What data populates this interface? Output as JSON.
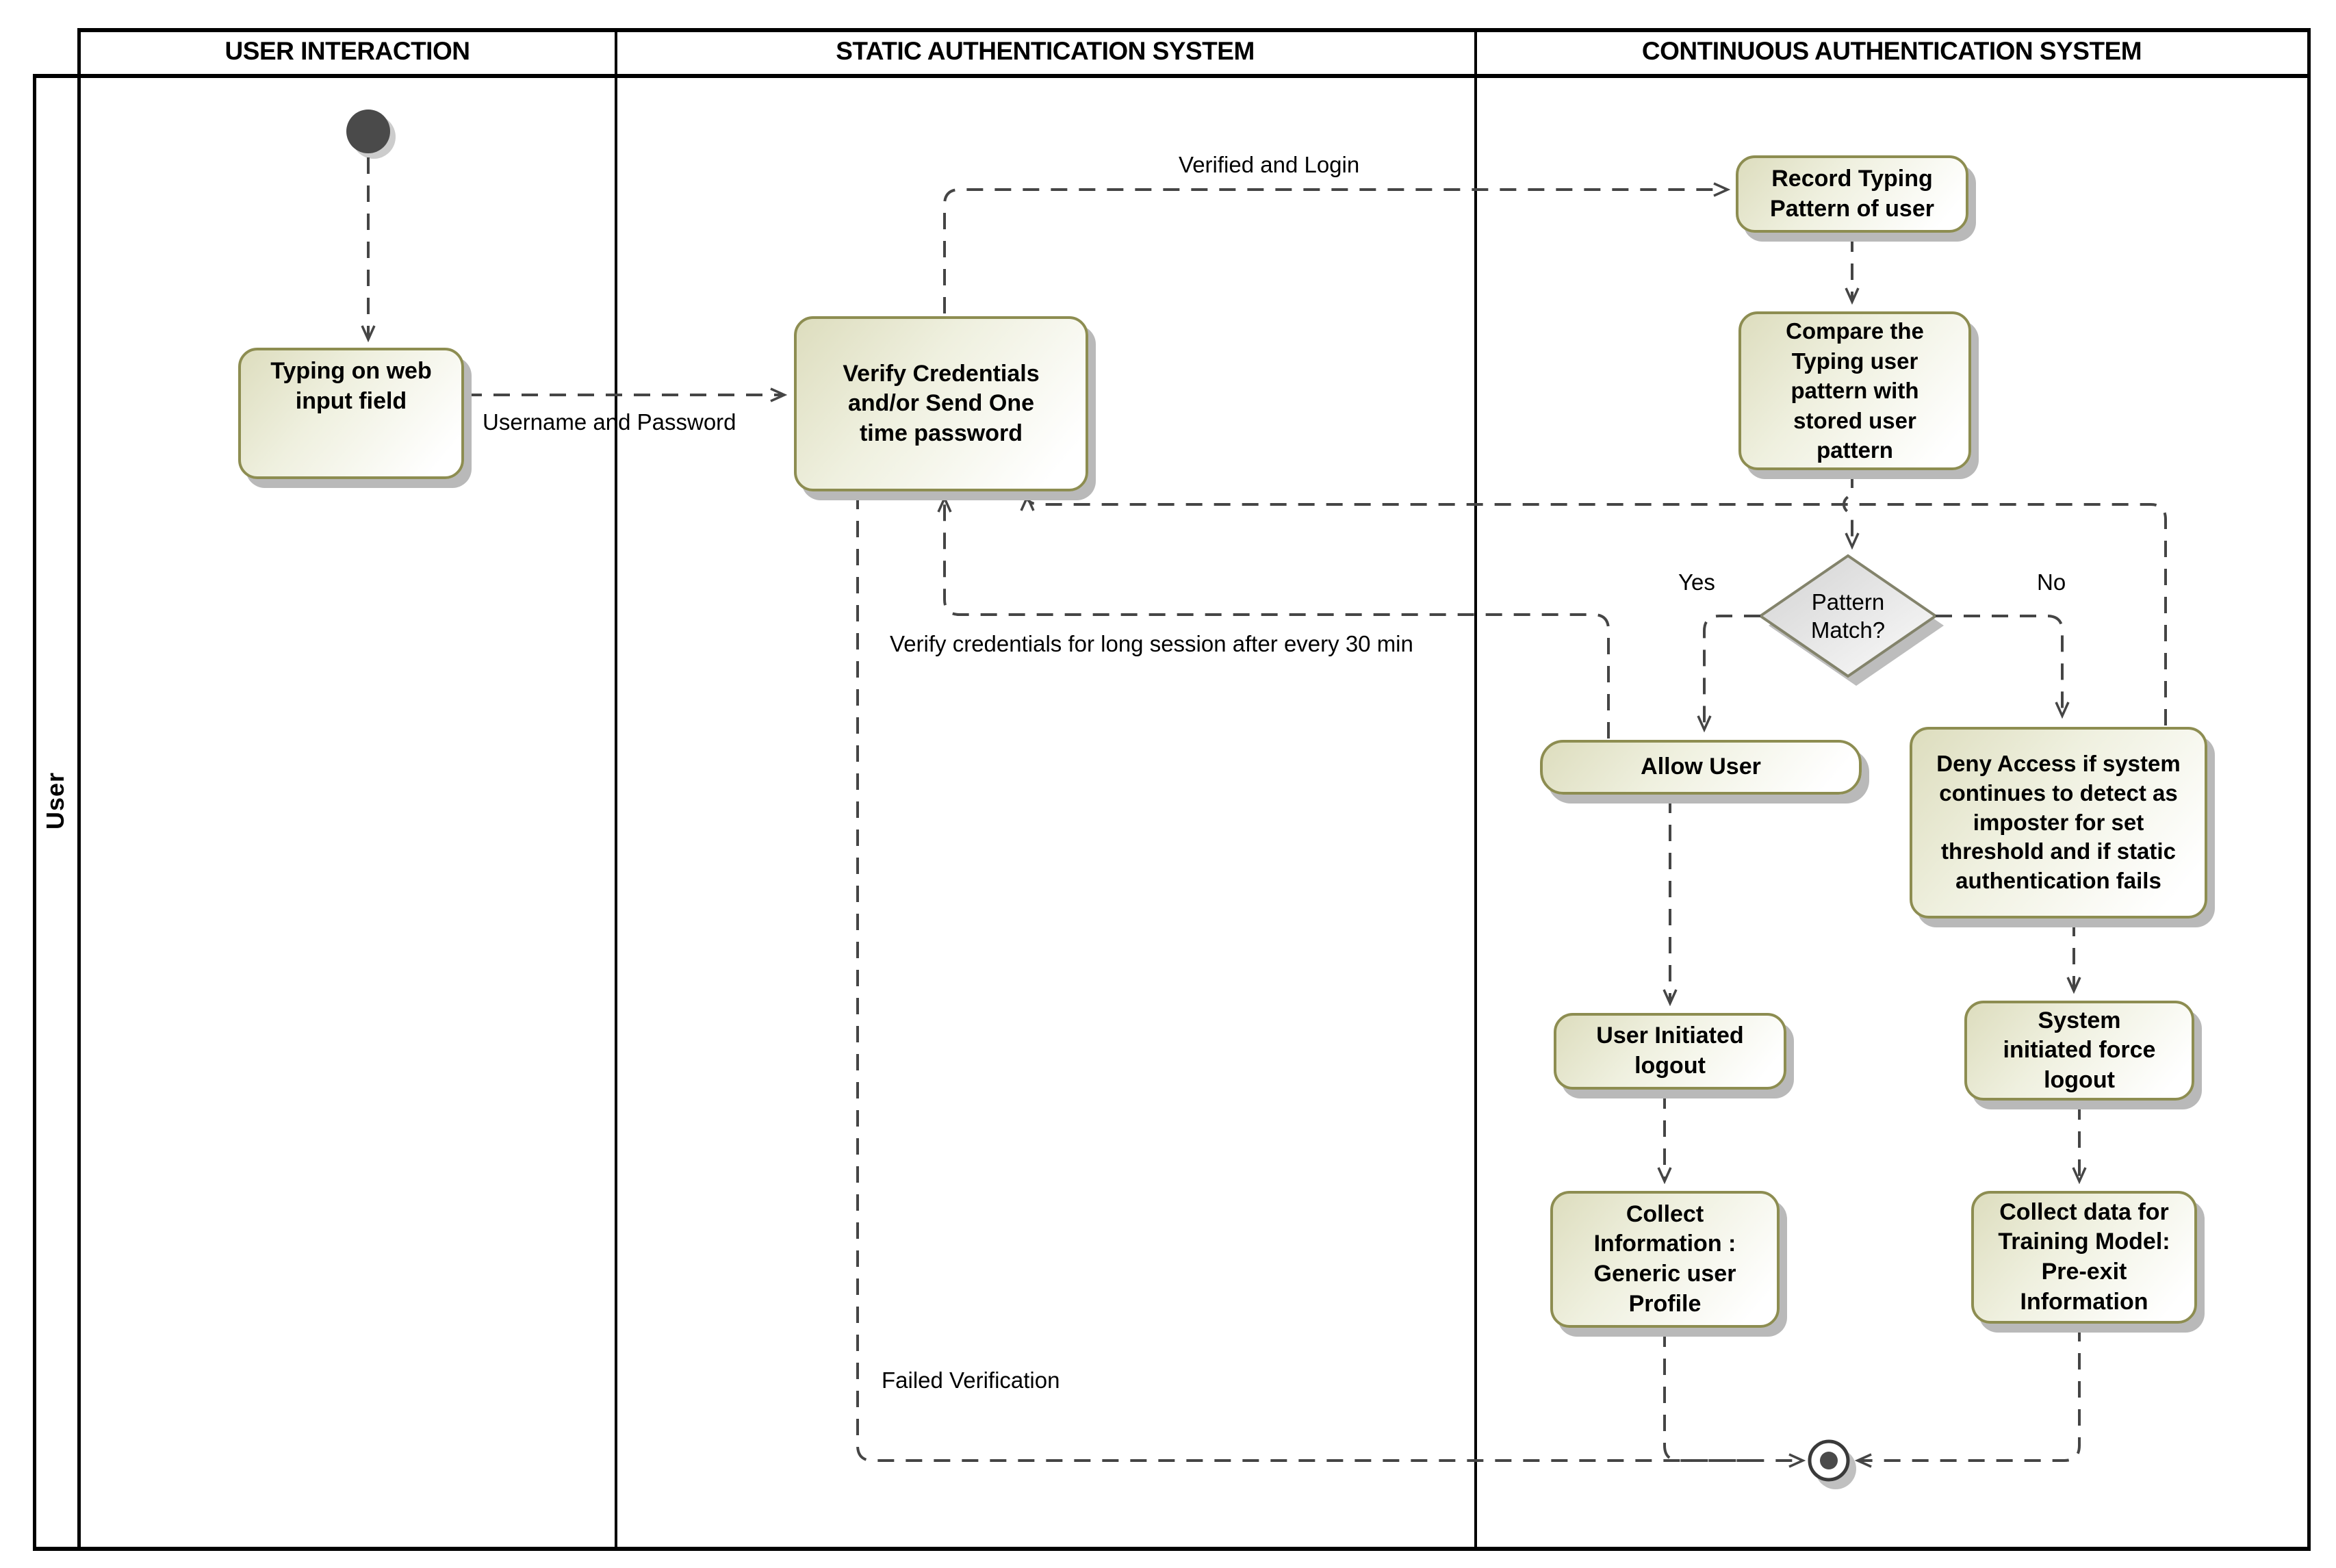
{
  "lanes": [
    {
      "label": "USER INTERACTION"
    },
    {
      "label": "STATIC AUTHENTICATION SYSTEM"
    },
    {
      "label": "CONTINUOUS AUTHENTICATION SYSTEM"
    }
  ],
  "partition": {
    "label": "User"
  },
  "nodes": {
    "typing": {
      "label": [
        "Typing on web",
        "input field"
      ]
    },
    "verify": {
      "label": [
        "Verify Credentials",
        "and/or Send One",
        "time password"
      ]
    },
    "record": {
      "label": [
        "Record Typing",
        "Pattern of user"
      ]
    },
    "compare": {
      "label": [
        "Compare the",
        "Typing user",
        "pattern with",
        "stored user",
        "pattern"
      ]
    },
    "decision": {
      "label": [
        "Pattern",
        "Match?"
      ]
    },
    "allow": {
      "label": "Allow User"
    },
    "deny": {
      "label": [
        "Deny Access if system",
        "continues to detect as",
        "imposter for set",
        "threshold and if static",
        "authentication fails"
      ]
    },
    "user_logout": {
      "label": [
        "User Initiated",
        "logout"
      ]
    },
    "system_logout": {
      "label": [
        "System",
        "initiated force",
        "logout"
      ]
    },
    "collect_info": {
      "label": [
        "Collect",
        "Information :",
        "Generic user",
        "Profile"
      ]
    },
    "collect_data": {
      "label": [
        "Collect data for",
        "Training Model:",
        "Pre-exit",
        "Information"
      ]
    }
  },
  "edge_labels": {
    "username_password": "Username and Password",
    "verified_login": "Verified and Login",
    "verify_30min": "Verify credentials for long session after every 30 min",
    "failed_verification": "Failed Verification",
    "yes": "Yes",
    "no": "No"
  },
  "colors": {
    "node_border": "#8d8d51",
    "node_fill": "#ddddbe",
    "diamond_fill": "#d2d2d2",
    "diamond_border": "#83836b",
    "connector": "#454545",
    "shadow": "#b9b9b9",
    "start_node": "#4a4a4a",
    "frame": "#000000"
  }
}
